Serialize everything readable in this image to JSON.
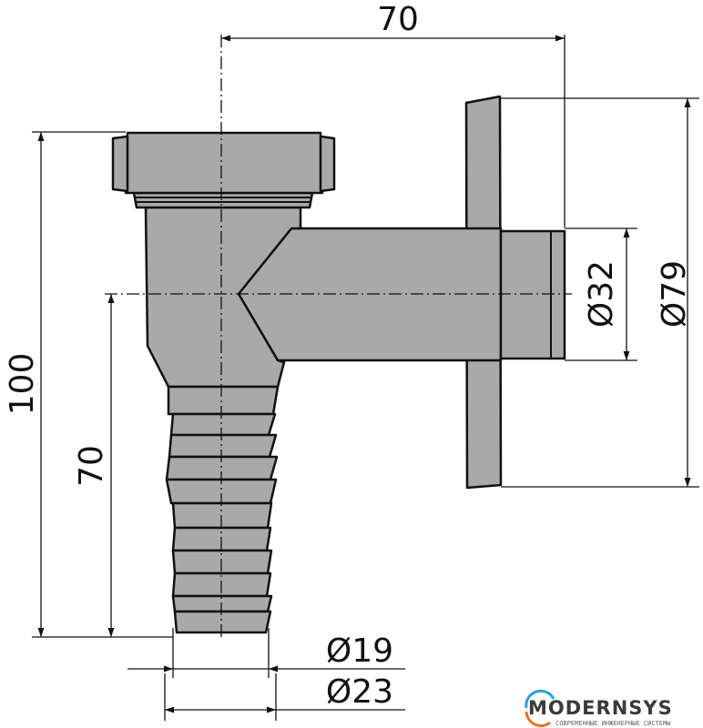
{
  "dimensions": {
    "top_width": "70",
    "total_height": "100",
    "outlet_height": "70",
    "pipe_diameter": "Ø32",
    "flange_diameter": "Ø79",
    "hose_inner_diameter": "Ø19",
    "hose_outer_diameter": "Ø23"
  },
  "logo": {
    "brand": "MODERNSYS",
    "tagline": "СОВРЕМЕННЫЕ ИНЖЕНЕРНЫЕ СИСТЕМЫ",
    "colors": {
      "arc_top": "#2aa0e0",
      "arc_bottom": "#f07020"
    }
  }
}
